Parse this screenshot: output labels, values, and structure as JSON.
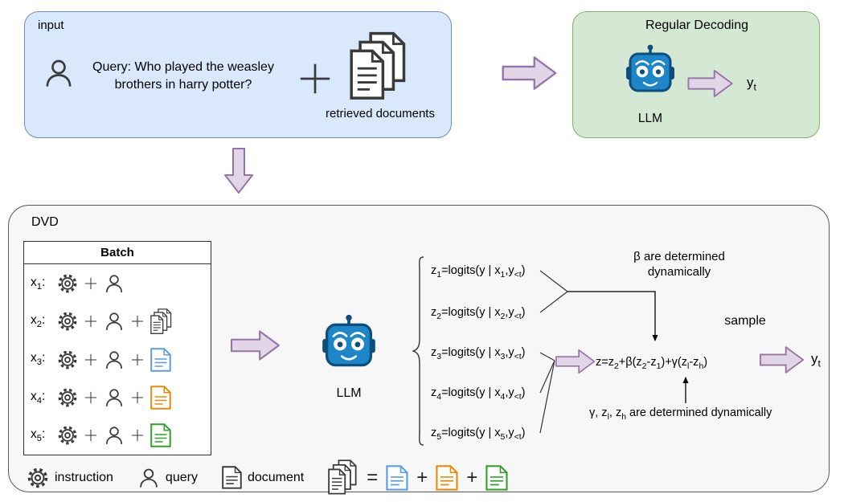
{
  "input_box": {
    "label": "input",
    "query_html": "Query: Who played the weasley<br>brothers in harry potter?",
    "retrieved_docs_label": "retrieved documents"
  },
  "regular_decoding": {
    "title": "Regular Decoding",
    "llm_label": "LLM",
    "output_html": "y<sub>t</sub>"
  },
  "dvd": {
    "label": "DVD",
    "batch": {
      "header": "Batch",
      "rows": [
        {
          "label_html": "x<sub>1</sub>:",
          "icons": [
            "instruction",
            "query"
          ]
        },
        {
          "label_html": "x<sub>2</sub>:",
          "icons": [
            "instruction",
            "query",
            "document-stack"
          ]
        },
        {
          "label_html": "x<sub>3</sub>:",
          "icons": [
            "instruction",
            "query",
            "document-blue"
          ]
        },
        {
          "label_html": "x<sub>4</sub>:",
          "icons": [
            "instruction",
            "query",
            "document-orange"
          ]
        },
        {
          "label_html": "x<sub>5</sub>:",
          "icons": [
            "instruction",
            "query",
            "document-green"
          ]
        }
      ]
    },
    "llm_label": "LLM",
    "equations_html": [
      "z<sub>1</sub>=logits(y | x<sub>1</sub>,y<sub>&lt;t</sub>)",
      "z<sub>2</sub>=logits(y | x<sub>2</sub>,y<sub>&lt;t</sub>)",
      "z<sub>3</sub>=logits(y | x<sub>3</sub>,y<sub>&lt;t</sub>)",
      "z<sub>4</sub>=logits(y | x<sub>4</sub>,y<sub>&lt;t</sub>)",
      "z<sub>5</sub>=logits(y | x<sub>5</sub>,y<sub>&lt;t</sub>)"
    ],
    "beta_note_html": "β are determined<br>dynamically",
    "combined_equation_html": "z=z<sub>2</sub>+β(z<sub>2</sub>-z<sub>1</sub>)+γ(z<sub>l</sub>-z<sub>h</sub>)",
    "gamma_note_html": "γ, z<sub>l</sub>, z<sub>h</sub> are determined dynamically",
    "sample_label": "sample",
    "output_html": "y<sub>t</sub>",
    "legend": {
      "instruction": "instruction",
      "query": "query",
      "document": "document",
      "equals": "=",
      "plus": "+"
    }
  },
  "colors": {
    "input_fill": "#dae8fc",
    "input_stroke": "#6c8ebf",
    "decoding_fill": "#d5e8d4",
    "decoding_stroke": "#82b366",
    "dvd_fill": "#f7f7f7",
    "dvd_stroke": "#595959",
    "arrow_fill": "#e1d5e7",
    "arrow_stroke": "#9673a6",
    "robot_fill": "#1d86c8",
    "robot_dark": "#0d4f7a",
    "doc_blue": "#5c9ce6",
    "doc_orange": "#e8890c",
    "doc_green": "#33a02c"
  }
}
